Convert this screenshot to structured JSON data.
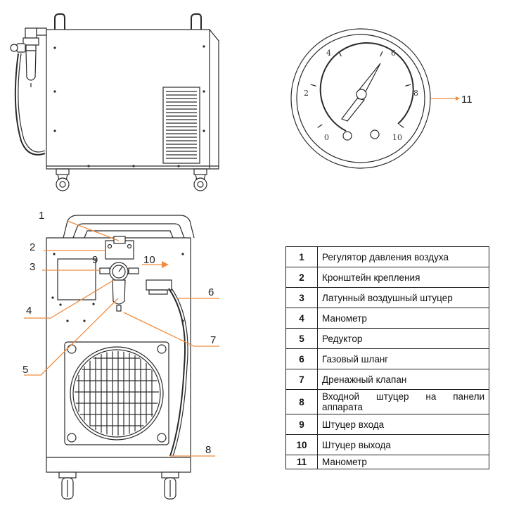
{
  "callouts": [
    "1",
    "2",
    "3",
    "4",
    "5",
    "6",
    "7",
    "8",
    "9",
    "10",
    "11"
  ],
  "gauge": {
    "ticks": [
      "0",
      "2",
      "4",
      "6",
      "8",
      "10"
    ]
  },
  "legend": [
    {
      "num": "1",
      "text": "Регулятор давления воздуха"
    },
    {
      "num": "2",
      "text": "Кронштейн крепления"
    },
    {
      "num": "3",
      "text": "Латунный воздушный штуцер"
    },
    {
      "num": "4",
      "text": "Манометр"
    },
    {
      "num": "5",
      "text": "Редуктор"
    },
    {
      "num": "6",
      "text": "Газовый шланг"
    },
    {
      "num": "7",
      "text": "Дренажный клапан"
    },
    {
      "num": "8",
      "text": "Входной штуцер на панели аппарата"
    },
    {
      "num": "9",
      "text": "Штуцер входа"
    },
    {
      "num": "10",
      "text": "Штуцер выхода"
    },
    {
      "num": "11",
      "text": "Манометр"
    }
  ],
  "colors": {
    "line": "#2a2a2a",
    "arrow": "#f08a3c"
  }
}
